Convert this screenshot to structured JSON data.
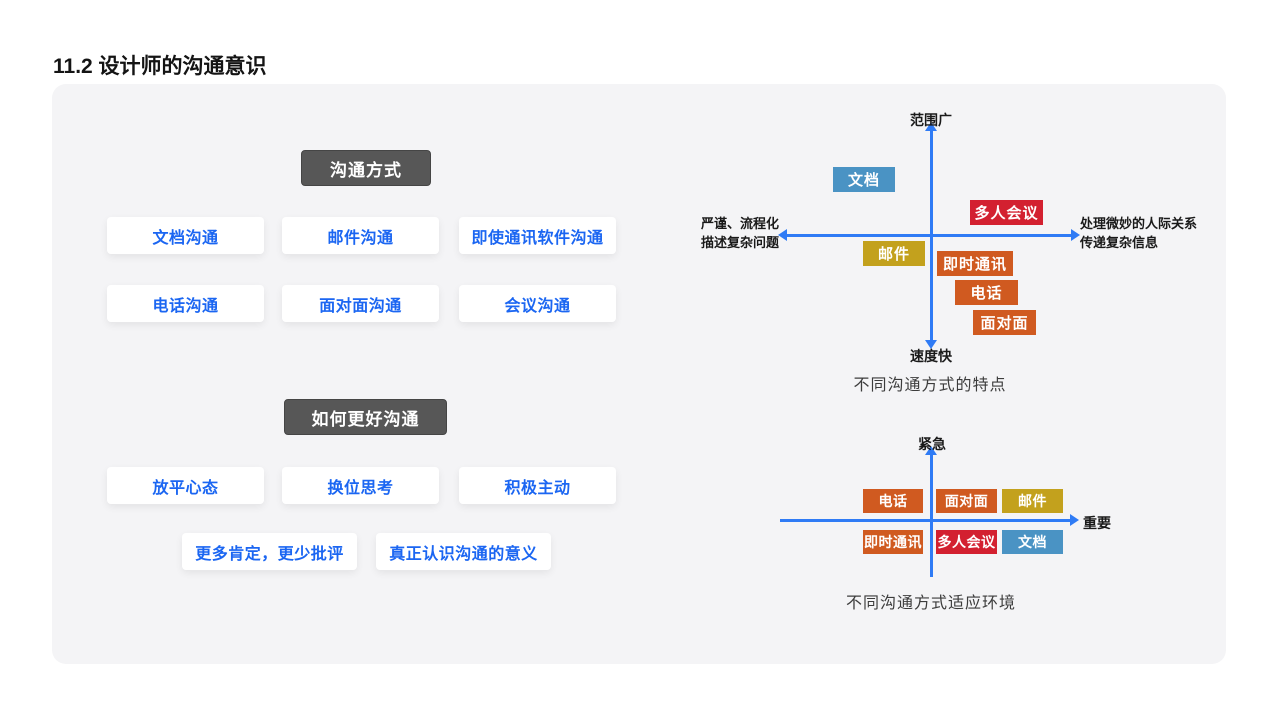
{
  "page": {
    "title": "11.2 设计师的沟通意识"
  },
  "colors": {
    "accent_blue": "#1b66f2",
    "axis_blue": "#2f7bf5",
    "chip_blue": "#4a93c4",
    "chip_red": "#d32030",
    "chip_gold": "#c3a11d",
    "chip_orange": "#d05a20",
    "badge_dark": "#575757",
    "panel_bg": "#f4f4f6"
  },
  "sections": [
    {
      "badge": "沟通方式",
      "cards": [
        "文档沟通",
        "邮件沟通",
        "即使通讯软件沟通",
        "电话沟通",
        "面对面沟通",
        "会议沟通"
      ]
    },
    {
      "badge": "如何更好沟通",
      "cards": [
        "放平心态",
        "换位思考",
        "积极主动",
        "更多肯定，更少批评",
        "真正认识沟通的意义"
      ]
    }
  ],
  "charts": [
    {
      "caption": "不同沟通方式的特点",
      "axis": {
        "top": "范围广",
        "bottom": "速度快",
        "left": [
          "严谨、流程化",
          "描述复杂问题"
        ],
        "right": [
          "处理微妙的人际关系",
          "传递复杂信息"
        ]
      },
      "items": [
        {
          "label": "文档",
          "color": "blue"
        },
        {
          "label": "多人会议",
          "color": "red"
        },
        {
          "label": "邮件",
          "color": "gold"
        },
        {
          "label": "即时通讯",
          "color": "orange"
        },
        {
          "label": "电话",
          "color": "orange"
        },
        {
          "label": "面对面",
          "color": "orange"
        }
      ]
    },
    {
      "caption": "不同沟通方式适应环境",
      "axis": {
        "top": "紧急",
        "right": "重要"
      },
      "items_above": [
        {
          "label": "电话",
          "color": "orange"
        },
        {
          "label": "面对面",
          "color": "orange"
        },
        {
          "label": "邮件",
          "color": "gold"
        }
      ],
      "items_below": [
        {
          "label": "即时通讯",
          "color": "orange"
        },
        {
          "label": "多人会议",
          "color": "red"
        },
        {
          "label": "文档",
          "color": "blue"
        }
      ]
    }
  ]
}
